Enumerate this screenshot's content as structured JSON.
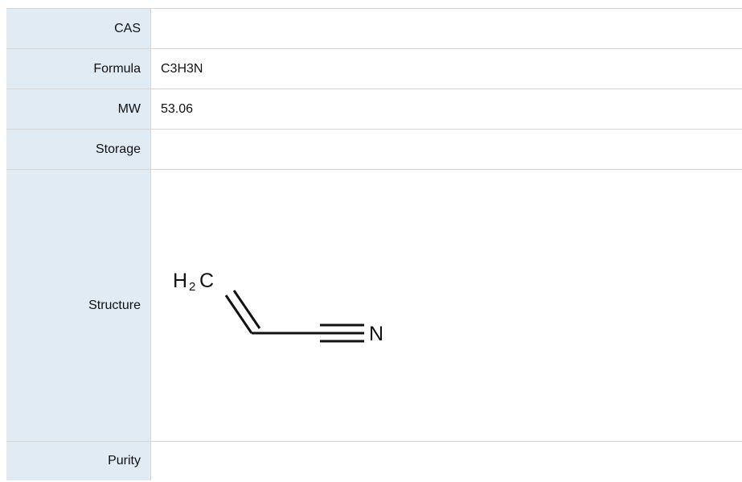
{
  "rows": [
    {
      "label": "CAS",
      "value": ""
    },
    {
      "label": "Formula",
      "value": "C3H3N"
    },
    {
      "label": "MW",
      "value": "53.06"
    },
    {
      "label": "Storage",
      "value": ""
    },
    {
      "label": "Structure",
      "value": ""
    },
    {
      "label": "Purity",
      "value": ""
    }
  ],
  "structure": {
    "atom_h": "H",
    "atom_h_subscript": "2",
    "atom_c": "C",
    "atom_n": "N"
  }
}
